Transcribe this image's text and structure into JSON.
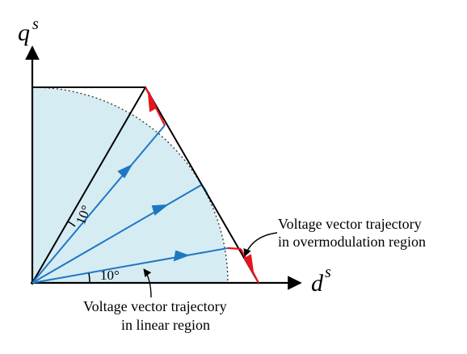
{
  "axes": {
    "q_letter": "q",
    "q_sup": "s",
    "d_letter": "d",
    "d_sup": "s"
  },
  "angles": {
    "upper": "10°",
    "lower": "10°"
  },
  "labels": {
    "overmod_line1": "Voltage vector trajectory",
    "overmod_line2": "in overmodulation region",
    "linear_line1": "Voltage vector trajectory",
    "linear_line2": "in linear region"
  },
  "colors": {
    "region_fill": "#d6ecf3",
    "linear_vector": "#1f77c4",
    "overmod_vector": "#e8141c",
    "outline": "#000000"
  }
}
